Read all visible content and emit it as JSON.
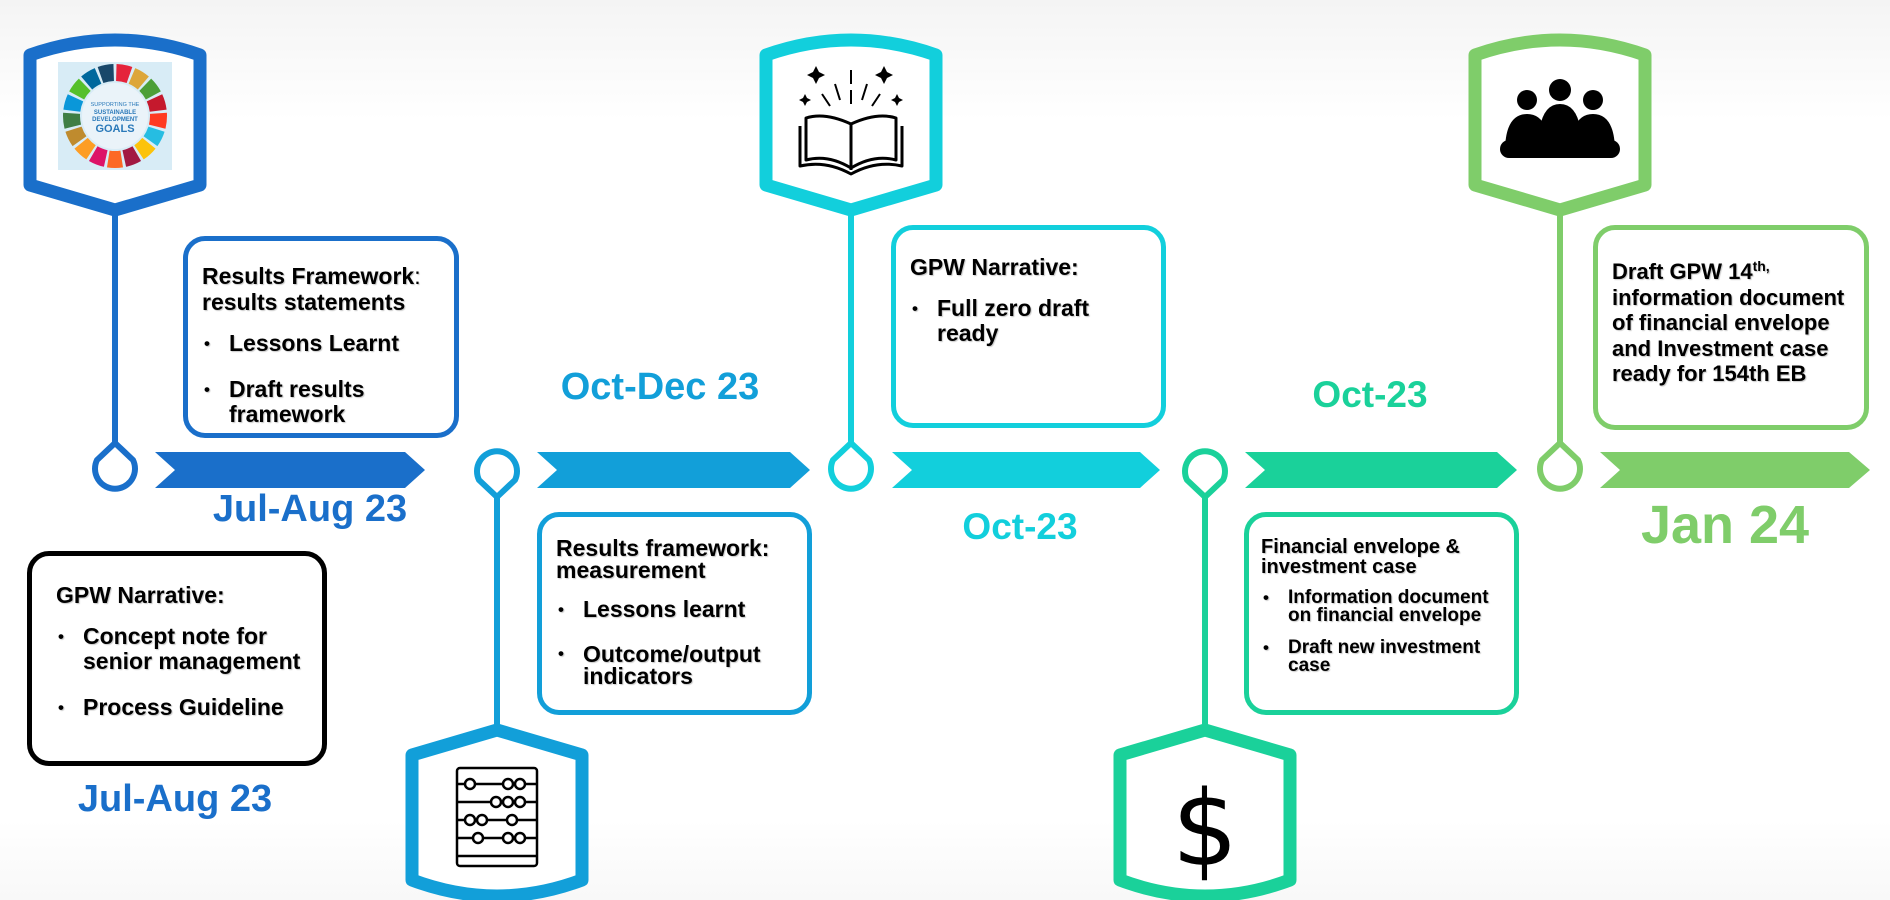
{
  "colors": {
    "stage1": "#1a6fca",
    "stage2": "#129fd9",
    "stage3": "#12cfdc",
    "stage4": "#1ad19a",
    "stage5": "#7fcd6a"
  },
  "icons": [
    "sdg-goals-logo-icon",
    "abacus-icon",
    "open-book-icon",
    "dollar-icon",
    "meeting-group-icon"
  ],
  "sdg_logo": {
    "line1": "SUPPORTING THE",
    "line2": "SUSTAINABLE",
    "line3": "DEVELOPMENT",
    "line4": "GOALS"
  },
  "labels": {
    "jul_aug_top": "Jul-Aug 23",
    "jul_aug_bottom": "Jul-Aug 23",
    "oct_dec": "Oct-Dec 23",
    "oct23_a": "Oct-23",
    "oct23_b": "Oct-23",
    "jan24": "Jan 24"
  },
  "boxes": {
    "results_statements": {
      "title_bold": "Results Framework",
      "title_rest": ":",
      "title_line2": "results statements",
      "items": [
        "Lessons Learnt",
        "Draft results framework"
      ]
    },
    "gpw_concept": {
      "title": "GPW Narrative:",
      "items": [
        "Concept note for senior management",
        "Process Guideline"
      ]
    },
    "measurement": {
      "title": "Results framework: measurement",
      "items": [
        "Lessons learnt",
        "Outcome/output indicators"
      ]
    },
    "gpw_zero_draft": {
      "title": "GPW Narrative:",
      "items": [
        "Full zero draft ready"
      ]
    },
    "financial": {
      "title": "Financial envelope & investment case",
      "items": [
        "Information document on financial envelope",
        "Draft new investment case"
      ]
    },
    "final": {
      "line1": "Draft GPW 14",
      "sup": "th,",
      "rest": "information document of financial envelope and Investment case ready for 154th EB"
    }
  }
}
